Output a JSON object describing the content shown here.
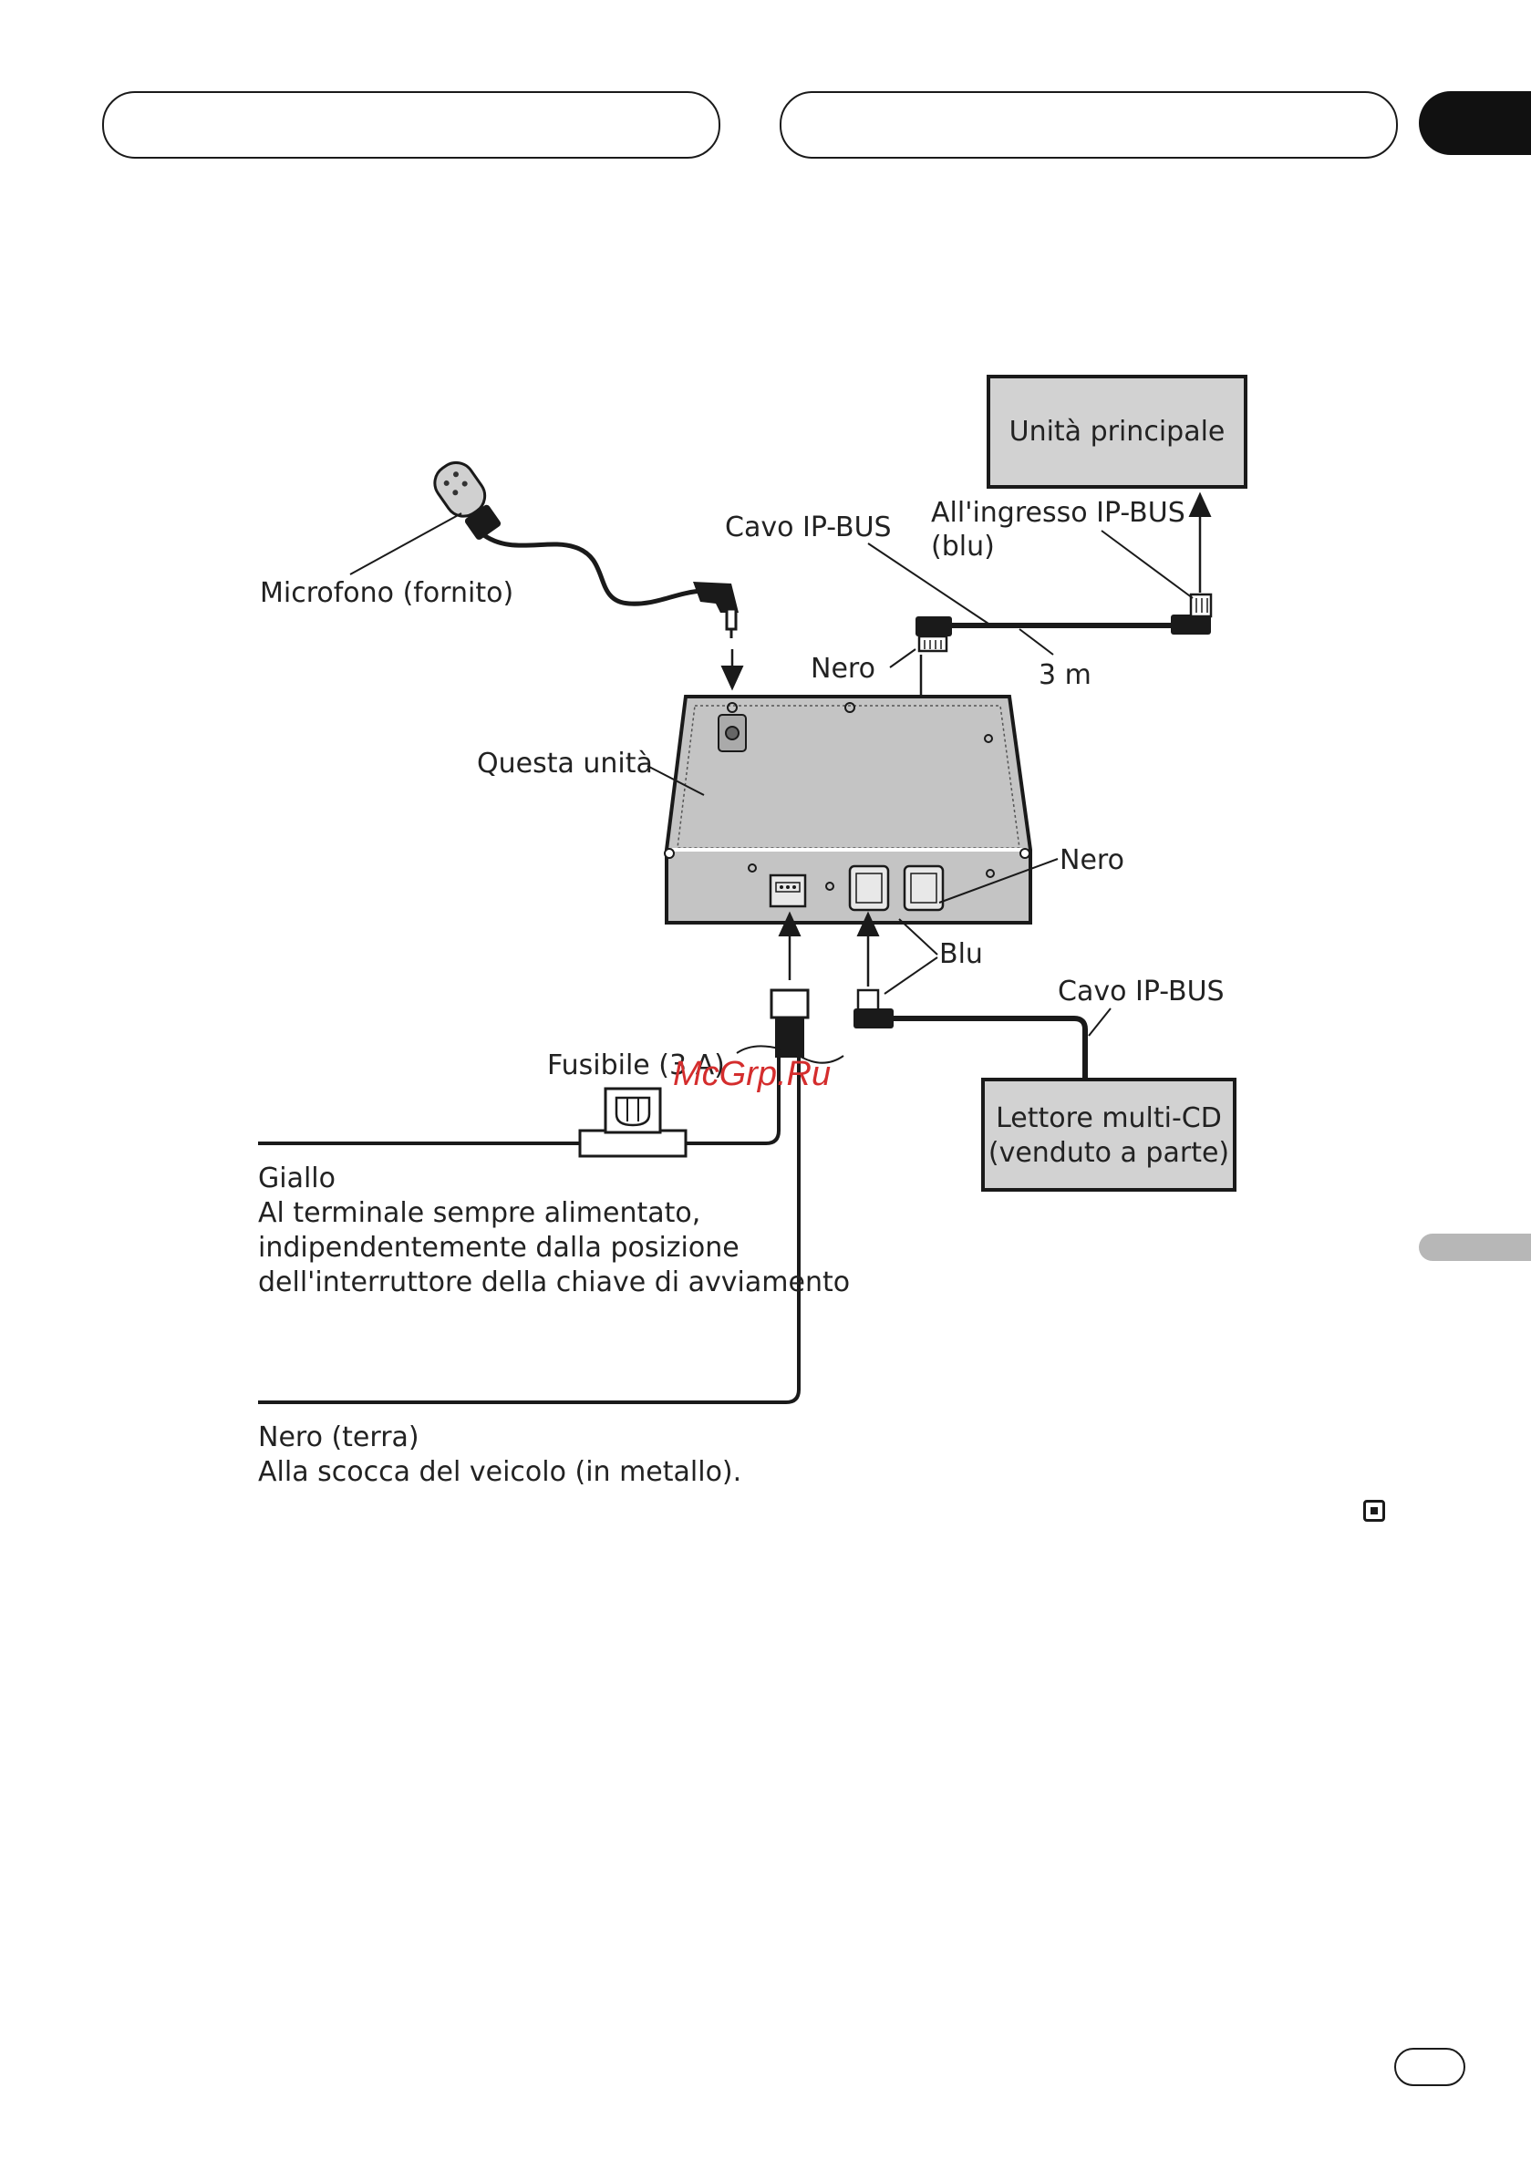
{
  "labels": {
    "main_unit": "Unità principale",
    "ipbus_cable_top": "Cavo IP-BUS",
    "ipbus_input_line1": "All'ingresso IP-BUS",
    "ipbus_input_line2": "(blu)",
    "microphone": "Microfono (fornito)",
    "nero_plug": "Nero",
    "length": "3 m",
    "this_unit": "Questa unità",
    "nero_socket": "Nero",
    "blu": "Blu",
    "ipbus_cable_bottom": "Cavo IP-BUS",
    "fuse": "Fusibile (3 A)",
    "cd_changer_line1": "Lettore multi-CD",
    "cd_changer_line2": "(venduto a parte)",
    "yellow_line1": "Giallo",
    "yellow_line2": "Al terminale sempre alimentato,",
    "yellow_line3": "indipendentemente dalla posizione",
    "yellow_line4": "dell'interruttore della chiave di avviamento",
    "ground_line1": "Nero (terra)",
    "ground_line2": "Alla scocca del veicolo (in metallo)."
  },
  "watermark": "McGrp.Ru",
  "colors": {
    "line": "#1a1a1a",
    "unit_fill": "#c4c4c4",
    "box_fill": "#d2d2d2",
    "watermark": "#d42d2d",
    "tab_gray": "#b7b7b7"
  }
}
